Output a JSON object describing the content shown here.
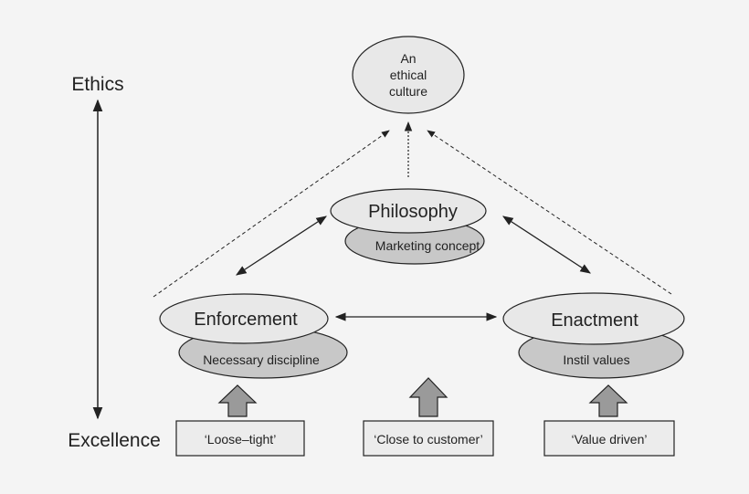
{
  "axis": {
    "top_label": "Ethics",
    "bottom_label": "Excellence"
  },
  "culture": {
    "lines": [
      "An",
      "ethical",
      "culture"
    ]
  },
  "philosophy": {
    "label": "Philosophy",
    "sub": "Marketing concept"
  },
  "enforcement": {
    "label": "Enforcement",
    "sub": "Necessary discipline"
  },
  "enactment": {
    "label": "Enactment",
    "sub": "Instil values"
  },
  "boxes": {
    "loose_tight": "‘Loose–tight’",
    "close_to_customer": "‘Close to customer’",
    "value_driven": "‘Value driven’"
  },
  "colors": {
    "ellipse_light": "#e8e8e8",
    "ellipse_dark": "#c8c8c8",
    "box_fill": "#ececec",
    "up_arrow_fill": "#9a9a9a",
    "stroke": "#222222"
  }
}
